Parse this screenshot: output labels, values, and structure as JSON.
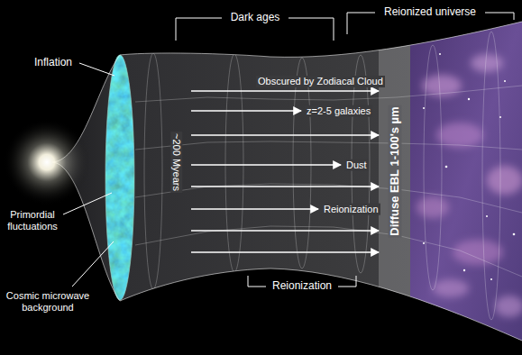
{
  "diagram": {
    "labels": [
      "Dark ages",
      "Reionized universe",
      "Inflation",
      "Obscured by Zodiacal Cloud",
      "z=2-5 galaxies",
      "~200 Myears",
      "Primordial fluctuations",
      "Dust",
      "Reionization",
      "Diffuse EBL 1-100's µm",
      "Reionization",
      "Cosmic microwave background"
    ]
  }
}
